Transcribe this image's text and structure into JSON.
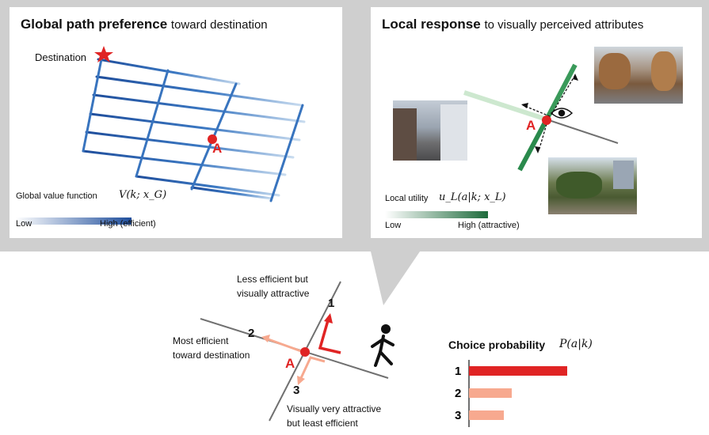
{
  "global_panel": {
    "title_bold": "Global path preference",
    "title_rest": "toward destination",
    "destination_label": "Destination",
    "node_label": "A",
    "legend_title": "Global value function",
    "legend_math": "V(k; x_G)",
    "legend_low": "Low",
    "legend_high": "High (efficient)",
    "colors": {
      "high": "#1f4e9c",
      "low": "#c9dcef",
      "star": "#e02424",
      "node": "#e02424"
    }
  },
  "local_panel": {
    "title_bold": "Local response",
    "title_rest": "to visually perceived attributes",
    "node_label": "A",
    "legend_title": "Local utility",
    "legend_math": "u_L(a|k; x_L)",
    "legend_low": "Low",
    "legend_high": "High (attractive)",
    "icon": "eye-icon",
    "colors": {
      "high": "#1e7a44",
      "low": "#d6ecd8"
    }
  },
  "bottom": {
    "node_label": "A",
    "option_1_number": "1",
    "option_1_text_line1": "Less efficient but",
    "option_1_text_line2": "visually attractive",
    "option_2_number": "2",
    "option_2_text_line1": "Most efficient",
    "option_2_text_line2": "toward destination",
    "option_3_number": "3",
    "option_3_text_line1": "Visually very attractive",
    "option_3_text_line2": "but least efficient",
    "pedestrian_icon": "walking-person-icon",
    "colors": {
      "strong": "#e02424",
      "weak": "#f7a98f"
    }
  },
  "choice_chart": {
    "title": "Choice probability",
    "title_math": "P(a|k)"
  },
  "chart_data": {
    "type": "bar",
    "orientation": "horizontal",
    "title": "Choice probability P(a|k)",
    "categories": [
      "1",
      "2",
      "3"
    ],
    "values": [
      0.62,
      0.27,
      0.22
    ],
    "colors": [
      "#e02424",
      "#f7a98f",
      "#f7a98f"
    ],
    "xlabel": "",
    "ylabel": "",
    "xlim": [
      0,
      1
    ]
  }
}
